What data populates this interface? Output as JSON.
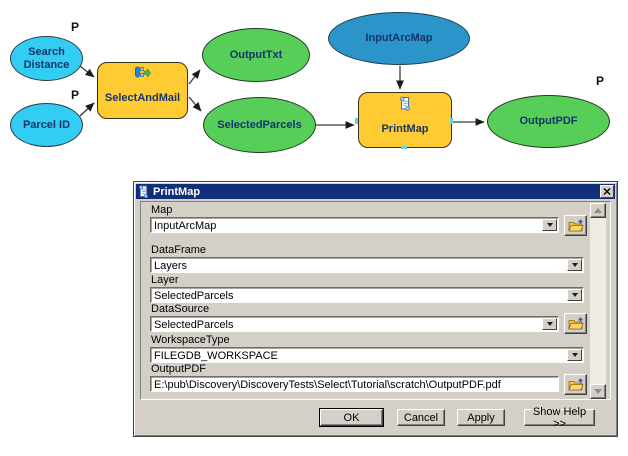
{
  "diagram": {
    "parameter_marker": "P",
    "nodes": {
      "search_distance": {
        "label": "Search Distance"
      },
      "parcel_id": {
        "label": "Parcel ID"
      },
      "select_and_mail": {
        "label": "SelectAndMail"
      },
      "output_txt": {
        "label": "OutputTxt"
      },
      "selected_parcels": {
        "label": "SelectedParcels"
      },
      "input_arcmap": {
        "label": "InputArcMap"
      },
      "print_map": {
        "label": "PrintMap"
      },
      "output_pdf": {
        "label": "OutputPDF"
      }
    },
    "colors": {
      "input_variable": "#33CCF2",
      "input_arcmap_variable": "#2B94C9",
      "derived_data": "#56CE58",
      "tool": "#FECB32"
    }
  },
  "dialog": {
    "title": "PrintMap",
    "fields": [
      {
        "label": "Map",
        "value": "InputArcMap"
      },
      {
        "label": "DataFrame",
        "value": "Layers"
      },
      {
        "label": "Layer",
        "value": "SelectedParcels"
      },
      {
        "label": "DataSource",
        "value": "SelectedParcels"
      },
      {
        "label": "WorkspaceType",
        "value": "FILEGDB_WORKSPACE"
      },
      {
        "label": "OutputPDF",
        "value": "E:\\pub\\Discovery\\DiscoveryTests\\Select\\Tutorial\\scratch\\OutputPDF.pdf"
      }
    ],
    "buttons": {
      "ok": "OK",
      "cancel": "Cancel",
      "apply": "Apply",
      "show_help": "Show Help >>"
    }
  }
}
